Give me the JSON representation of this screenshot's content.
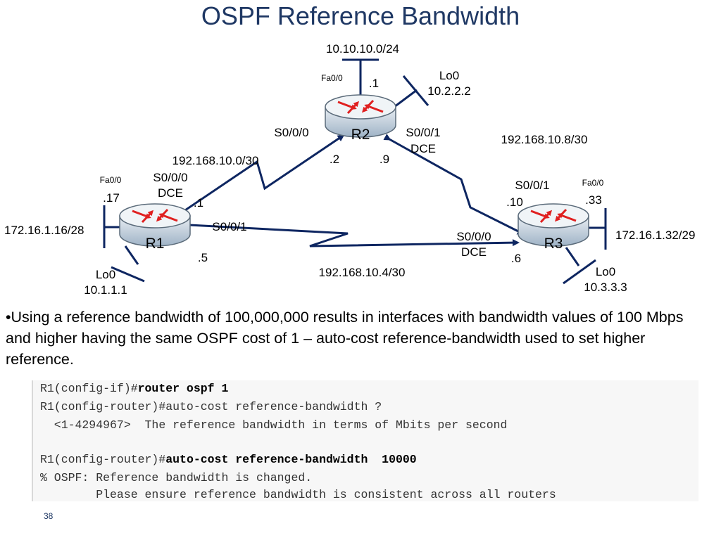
{
  "title": "OSPF Reference Bandwidth",
  "networks": {
    "r2_lan": "10.10.10.0/24",
    "r1_r2": "192.168.10.0/30",
    "r2_r3": "192.168.10.8/30",
    "r1_r3": "192.168.10.4/30",
    "r1_lan": "172.16.1.16/28",
    "r3_lan": "172.16.1.32/29"
  },
  "routers": {
    "r1": {
      "name": "R1",
      "fa": "Fa0/0",
      "fa_host": ".17",
      "s000": "S0/0/0",
      "s000_dce": "DCE",
      "s000_host": ".1",
      "s001": "S0/0/1",
      "s001_host": ".5",
      "lo": "Lo0",
      "lo_ip": "10.1.1.1"
    },
    "r2": {
      "name": "R2",
      "fa": "Fa0/0",
      "fa_host": ".1",
      "s000": "S0/0/0",
      "s000_host": ".2",
      "s001": "S0/0/1",
      "s001_dce": "DCE",
      "s001_host": ".9",
      "lo": "Lo0",
      "lo_ip": "10.2.2.2"
    },
    "r3": {
      "name": "R3",
      "fa": "Fa0/0",
      "fa_host": ".33",
      "s000": "S0/0/0",
      "s000_dce": "DCE",
      "s000_host": ".6",
      "s001": "S0/0/1",
      "s001_host": ".10",
      "lo": "Lo0",
      "lo_ip": "10.3.3.3"
    }
  },
  "bullet": "•Using a reference bandwidth of 100,000,000 results in interfaces with bandwidth values of 100 Mbps and higher having the same OSPF cost of 1 – auto-cost reference-bandwidth used to set higher reference.",
  "cli": {
    "l1_prompt": "R1(config-if)#",
    "l1_cmd": "router ospf 1",
    "l2": "R1(config-router)#auto-cost reference-bandwidth ?",
    "l3": "  <1-4294967>  The reference bandwidth in terms of Mbits per second",
    "l4_prompt": "R1(config-router)#",
    "l4_cmd": "auto-cost reference-bandwidth  10000",
    "l5": "% OSPF: Reference bandwidth is changed.",
    "l6": "        Please ensure reference bandwidth is consistent across all routers"
  },
  "page_number": "38",
  "colors": {
    "title": "#1f3864",
    "link": "#0e2661",
    "router": "#3f6fa0",
    "arrow": "#e02020"
  }
}
